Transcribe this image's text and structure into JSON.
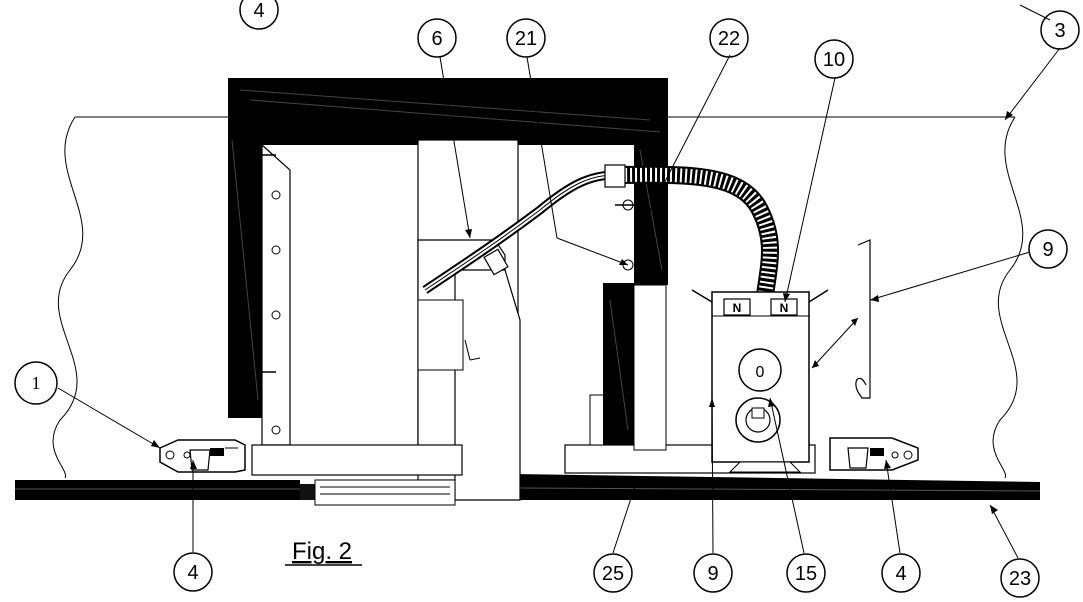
{
  "figure": {
    "caption": "Fig. 2"
  },
  "callouts": [
    {
      "id": "c4_top",
      "label": "4"
    },
    {
      "id": "c3",
      "label": "3"
    },
    {
      "id": "c6",
      "label": "6"
    },
    {
      "id": "c21",
      "label": "21"
    },
    {
      "id": "c22",
      "label": "22"
    },
    {
      "id": "c10",
      "label": "10"
    },
    {
      "id": "c9_right",
      "label": "9"
    },
    {
      "id": "c1",
      "label": "1"
    },
    {
      "id": "c4_left",
      "label": "4"
    },
    {
      "id": "c25",
      "label": "25"
    },
    {
      "id": "c9_bottom",
      "label": "9"
    },
    {
      "id": "c15",
      "label": "15"
    },
    {
      "id": "c4_right",
      "label": "4"
    },
    {
      "id": "c23",
      "label": "23"
    }
  ],
  "junction_box": {
    "tag_left": "N",
    "tag_right": "N",
    "display": "0"
  }
}
